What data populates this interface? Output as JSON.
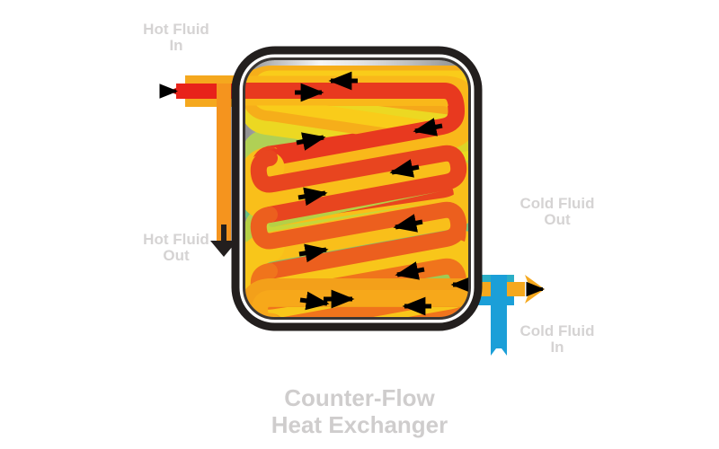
{
  "diagram": {
    "title": "Counter-Flow Heat Exchanger",
    "vessel_name": "heat-exchanger-shell",
    "background_color": "#ffffff",
    "shell": {
      "outline_color": "#231f1e",
      "rim_color": "#ffffff",
      "body_gradient": [
        "#8e8e8e",
        "#f4f4f4",
        "#d6d6d6",
        "#9a9a9a"
      ]
    },
    "labels": {
      "hot_inlet": "Hot Fluid In",
      "hot_outlet": "Hot Fluid Out",
      "cold_inlet": "Cold Fluid In",
      "cold_outlet": "Cold Fluid Out",
      "caption": "Counter-Flow Heat Exchanger"
    },
    "ports": [
      {
        "name": "hot-inlet-port",
        "side": "left",
        "arrow_direction": "right",
        "color": "#e8221a",
        "sleeve_color": "#f5a01e"
      },
      {
        "name": "hot-outlet-port",
        "side": "left",
        "arrow_direction": "down",
        "color": "#f5941e",
        "sleeve_color": "#f5941e"
      },
      {
        "name": "cold-inlet-port",
        "side": "right",
        "arrow_direction": "down",
        "color": "#1b9fd8",
        "sleeve_color": "#1b9fd8"
      },
      {
        "name": "cold-outlet-port",
        "side": "right",
        "arrow_direction": "right",
        "color": "#f5a81e",
        "sleeve_color": "#f5a81e"
      }
    ],
    "hot_channel": {
      "name": "hot-fluid-channel",
      "flow_direction": "top-to-bottom",
      "core_colors": [
        "#e8391f",
        "#e8451f",
        "#ec5f1e",
        "#f07a1c",
        "#f5941b",
        "#f7a81a"
      ],
      "sleeve_colors": [
        "#f9b21a",
        "#f9bb1a",
        "#f9c41a",
        "#f8cc1a",
        "#f7b81a",
        "#f5a81a"
      ],
      "arrow_color": "#000000",
      "passes": 6
    },
    "cold_channel": {
      "name": "cold-fluid-channel",
      "flow_direction": "bottom-to-top",
      "core_colors": [
        "#f9cc1a",
        "#e9dd1f",
        "#c8d63a",
        "#9ecb55",
        "#62bd8c",
        "#3ab6b0",
        "#1b9fd8"
      ],
      "sleeve_colors": [
        "#f5a81a",
        "#e0d329",
        "#b9d243",
        "#84c46e",
        "#4cb8a1",
        "#27a8c4"
      ],
      "arrow_color": "#000000",
      "passes": 6
    },
    "arrows": {
      "hot_glyph": "right-arrow",
      "cold_glyph": "left-arrow",
      "count_hot": 6,
      "count_cold": 6
    }
  }
}
